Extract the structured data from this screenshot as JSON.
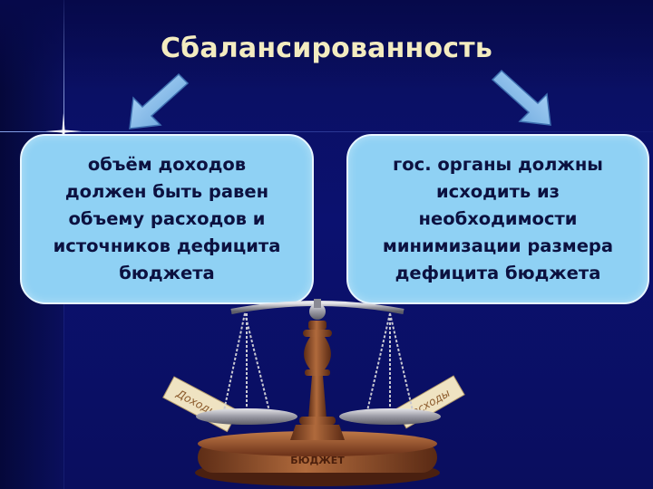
{
  "title": "Сбалансированность",
  "boxes": {
    "left": "объём доходов\nдолжен быть равен\nобъему расходов и\nисточников дефицита\nбюджета",
    "right": "гос. органы должны\nисходить из\nнеобходимости\nминимизации размера\nдефицита бюджета"
  },
  "scales": {
    "base_label": "БЮДЖЕТ",
    "left_card": "Доходы",
    "right_card": "Расходы"
  },
  "colors": {
    "background": "#0b1170",
    "title": "#f3ecc0",
    "box_fill": "#8fd1f4",
    "arrow": "#7fb8e8",
    "wood": "#8a4a2a"
  },
  "icons": [
    "down-left-arrow-icon",
    "down-right-arrow-icon",
    "balance-scales-icon",
    "sparkle-icon"
  ]
}
